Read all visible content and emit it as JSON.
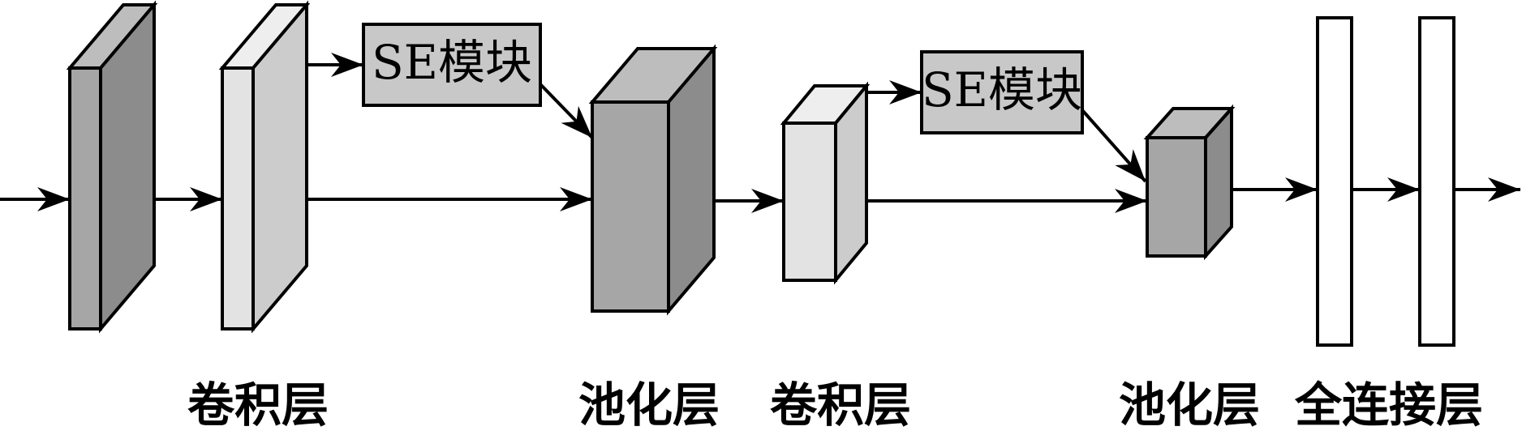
{
  "diagram": {
    "se_block_label": "SE模块",
    "captions": {
      "conv1": "卷积层",
      "pool1": "池化层",
      "conv2": "卷积层",
      "pool2": "池化层",
      "fc": "全连接层"
    }
  },
  "colors": {
    "dark_front": "#a6a6a6",
    "dark_side": "#8c8c8c",
    "dark_top": "#bdbdbd",
    "light_front": "#e3e3e3",
    "light_side": "#cccccc",
    "light_top": "#eeeeee",
    "se_fill": "#c8c8c8",
    "stroke": "#000000"
  }
}
